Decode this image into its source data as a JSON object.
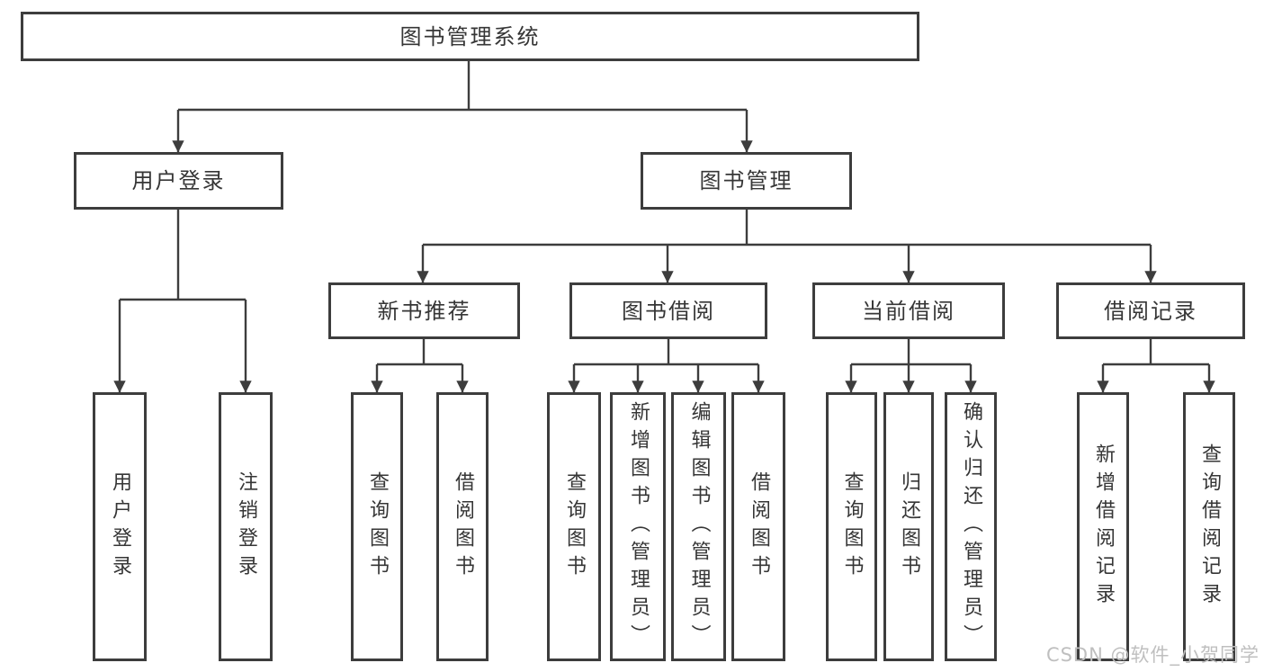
{
  "watermark": "CSDN @软件_小贺同学",
  "colors": {
    "line": "#3d3d3d",
    "border": "#3d3d3d",
    "text": "#363636",
    "background": "#ffffff",
    "watermark": "#bfbfbf"
  },
  "tree": {
    "label": "图书管理系统",
    "children": [
      {
        "label": "用户登录",
        "children": [
          {
            "label": "用户登录"
          },
          {
            "label": "注销登录"
          }
        ]
      },
      {
        "label": "图书管理",
        "children": [
          {
            "label": "新书推荐",
            "children": [
              {
                "label": "查询图书"
              },
              {
                "label": "借阅图书"
              }
            ]
          },
          {
            "label": "图书借阅",
            "children": [
              {
                "label": "查询图书"
              },
              {
                "label": "新增图书（管理员）"
              },
              {
                "label": "编辑图书（管理员）"
              },
              {
                "label": "借阅图书"
              }
            ]
          },
          {
            "label": "当前借阅",
            "children": [
              {
                "label": "查询图书"
              },
              {
                "label": "归还图书"
              },
              {
                "label": "确认归还（管理员）"
              }
            ]
          },
          {
            "label": "借阅记录",
            "children": [
              {
                "label": "新增借阅记录"
              },
              {
                "label": "查询借阅记录"
              }
            ]
          }
        ]
      }
    ]
  }
}
